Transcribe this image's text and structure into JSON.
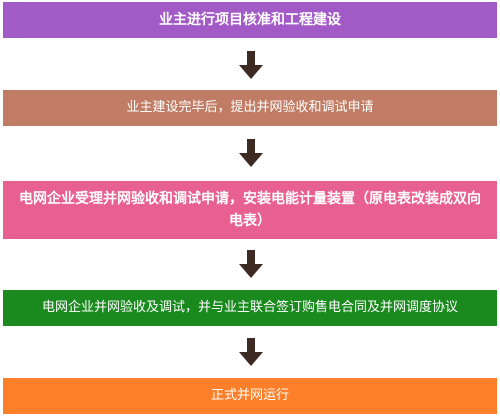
{
  "steps": [
    {
      "label": "业主进行项目核准和工程建设",
      "color": "#a25ac7"
    },
    {
      "label": "业主建设完毕后，提出并网验收和调试申请",
      "color": "#c07c64"
    },
    {
      "label": "电网企业受理并网验收和调试申请，安装电能计量装置（原电表改装成双向电表）",
      "color": "#e8608f"
    },
    {
      "label": "电网企业并网验收及调试，并与业主联合签订购售电合同及并网调度协议",
      "color": "#1a8a1f"
    },
    {
      "label": "正式并网运行",
      "color": "#fd7f2a"
    }
  ],
  "arrow_color": "#3d2a22"
}
